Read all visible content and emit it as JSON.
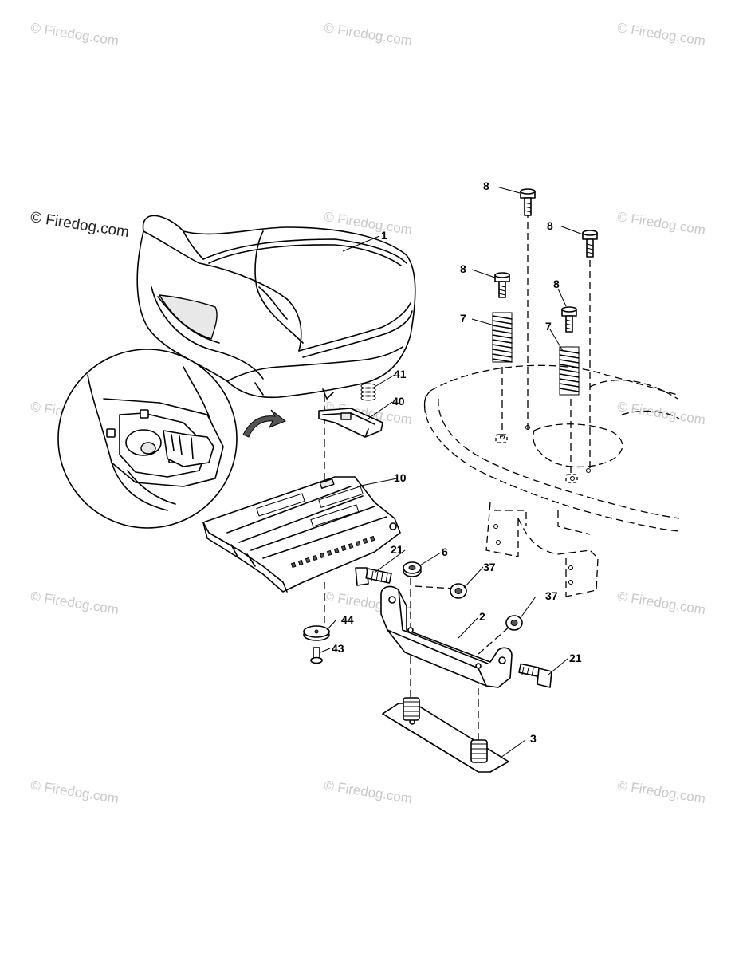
{
  "watermark": {
    "text": "© Firedog.com",
    "positions_note": ""
  },
  "callouts": {
    "seat": "1",
    "seat_bracket": "2",
    "isolator_plate": "3",
    "nut_6": "6",
    "spring_left": "7",
    "spring_right": "7",
    "bolt_8_a": "8",
    "bolt_8_b": "8",
    "bolt_8_c": "8",
    "bolt_8_d": "8",
    "seat_pan": "10",
    "bolt_21_left": "21",
    "bolt_21_right": "21",
    "nut_37_a": "37",
    "nut_37_b": "37",
    "switch_40": "40",
    "spring_41": "41",
    "bolt_43": "43",
    "washer_44": "44"
  }
}
